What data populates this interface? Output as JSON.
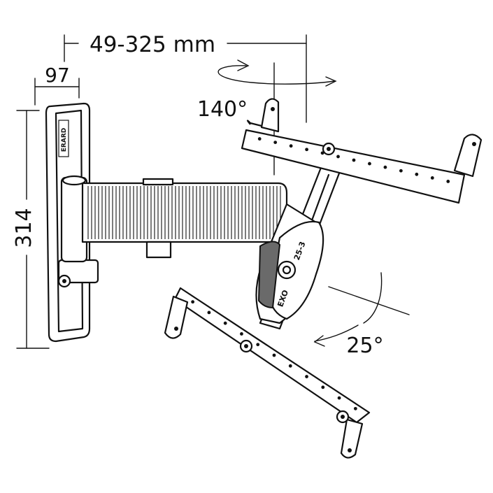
{
  "dimensions": {
    "width_label": "49-325 mm",
    "depth_label": "97",
    "height_label": "314",
    "swivel_label": "140°",
    "tilt_label": "25°"
  },
  "product": {
    "brand_text": "ERARD",
    "model_text_1": "EXO",
    "model_text_2": "25-3"
  }
}
